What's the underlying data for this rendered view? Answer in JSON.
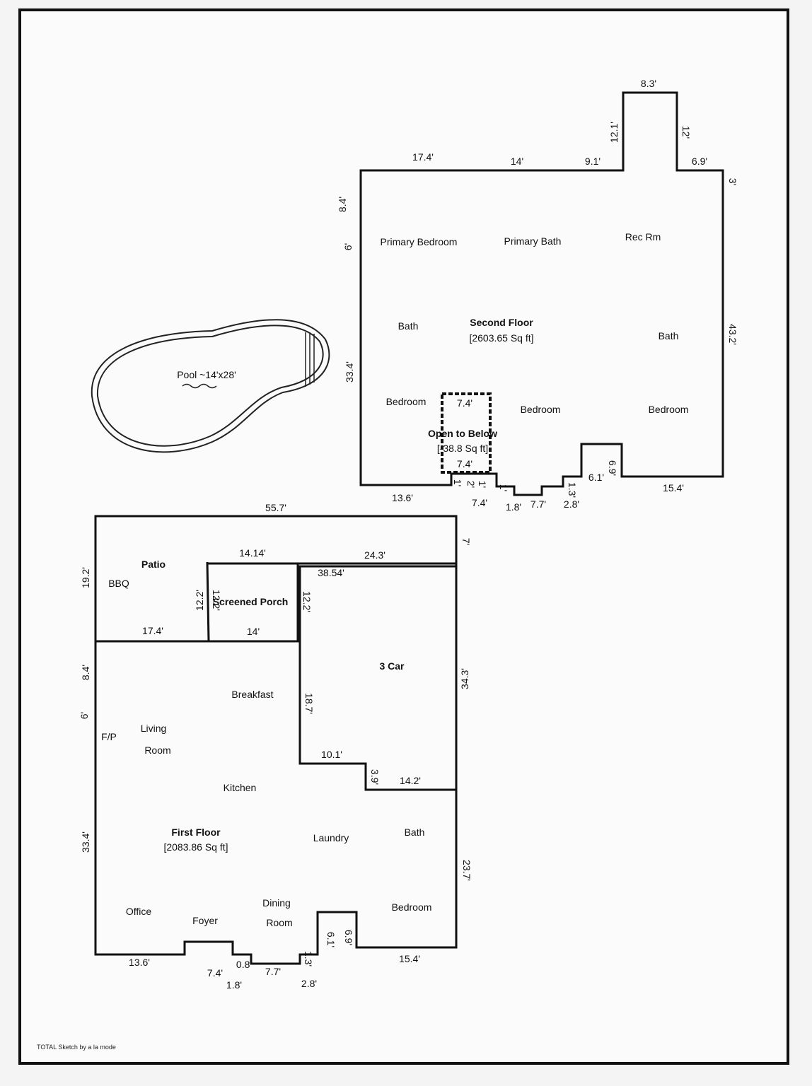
{
  "second_floor": {
    "title": "Second Floor",
    "area": "[2603.65 Sq ft]",
    "rooms": [
      "Primary Bedroom",
      "Primary Bath",
      "Rec Rm",
      "Bath",
      "Bath",
      "Bedroom",
      "Bedroom",
      "Bedroom"
    ],
    "open_to_below": {
      "label": "Open to Below",
      "area": "[-38.8 Sq ft]"
    },
    "dimensions": [
      "8.3'",
      "12.1'",
      "12'",
      "17.4'",
      "14'",
      "9.1'",
      "6.9'",
      "3'",
      "8.4'",
      "6'",
      "33.4'",
      "43.2'",
      "13.6'",
      "7.4'",
      "7.4'",
      "7.4'",
      "1.8'",
      "7.7'",
      "2.8'",
      "15.4'",
      "6.9'",
      "6.1'",
      "1.3'",
      "1'",
      "2'",
      "1'",
      "1'"
    ]
  },
  "first_floor": {
    "title": "First Floor",
    "area": "[2083.86 Sq ft]",
    "rooms": [
      "Patio",
      "BBQ",
      "Screened Porch",
      "3 Car",
      "Breakfast",
      "Living",
      "Room",
      "F/P",
      "Kitchen",
      "Laundry",
      "Bath",
      "Office",
      "Foyer",
      "Dining",
      "Room",
      "Bedroom"
    ],
    "dimensions": [
      "55.7'",
      "7'",
      "14.14'",
      "24.3'",
      "38.54'",
      "19.2'",
      "12.2'",
      "12.2'",
      "12.2'",
      "17.4'",
      "14'",
      "8.4'",
      "6'",
      "18.7'",
      "34.3'",
      "10.1'",
      "3.9'",
      "14.2'",
      "33.4'",
      "23.7'",
      "13.6'",
      "7.4'",
      "1.8'",
      "7.7'",
      "2.8'",
      "15.4'",
      "6.9'",
      "6.1'",
      "1.3'",
      "0.8'"
    ]
  },
  "pool": {
    "label": "Pool ~14'x28'"
  },
  "footer": "TOTAL Sketch by a la mode"
}
